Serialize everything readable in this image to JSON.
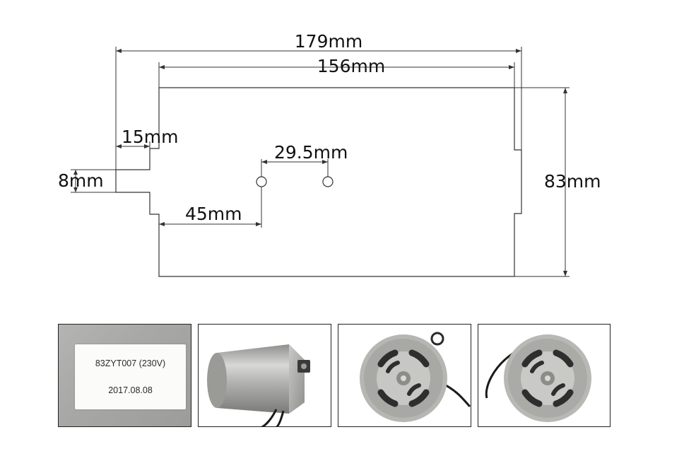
{
  "drawing": {
    "dimensions": {
      "overall_length": "179mm",
      "body_length": "156mm",
      "height": "83mm",
      "tab_length": "15mm",
      "tab_width": "8mm",
      "hole_spacing": "29.5mm",
      "hole_offset": "45mm"
    }
  },
  "photos": {
    "label": {
      "model": "83ZYT007 (230V)",
      "date": "2017.08.08"
    }
  },
  "colors": {
    "line": "#222222",
    "text": "#111111",
    "metal": "#b8b8b4"
  }
}
